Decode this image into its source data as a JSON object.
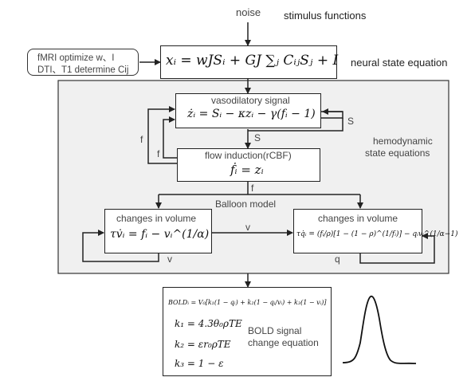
{
  "labels": {
    "noise": "noise",
    "stimulus": "stimulus functions",
    "neural": "neural state equation",
    "hemodynamic_line1": "hemodynamic",
    "hemodynamic_line2": "state equations",
    "fmri_line1": "fMRI optimize w、I",
    "fmri_line2": "DTI、T1 determine Cij",
    "vasodilatory": "vasodilatory signal",
    "flow": "flow induction(rCBF)",
    "balloon": "Balloon model",
    "volume_left": "changes in volume",
    "volume_right": "changes in volume",
    "bold_line1": "BOLD signal",
    "bold_line2": "change equation",
    "edge_s_right": "S",
    "edge_s_mid": "S",
    "edge_f_outer": "f",
    "edge_f_inner": "f",
    "edge_f_mid": "f",
    "edge_v_top": "v",
    "edge_v_bottom": "v",
    "edge_q": "q"
  },
  "equations": {
    "neural": "xᵢ = wJSᵢ + GJ ∑ⱼ CᵢⱼSⱼ + I",
    "vasodilatory": "żᵢ = Sᵢ − κzᵢ − γ(fᵢ − 1)",
    "flow": "ḟᵢ = zᵢ",
    "volume_left": "τv̇ᵢ = fᵢ − vᵢ^(1/α)",
    "volume_right": "τq̇ᵢ = (fᵢ/ρ)[1 − (1 − ρ)^(1/fᵢ)] − qᵢvᵢ^(1/α−1)",
    "bold": "BOLDᵢ = V₀[k₁(1 − qᵢ) + k₂(1 − qᵢ/vᵢ) + k₃(1 − vᵢ)]",
    "k1": "k₁ = 4.3θ₀ρTE",
    "k2": "k₂ = εr₀ρTE",
    "k3": "k₃ = 1 − ε"
  }
}
